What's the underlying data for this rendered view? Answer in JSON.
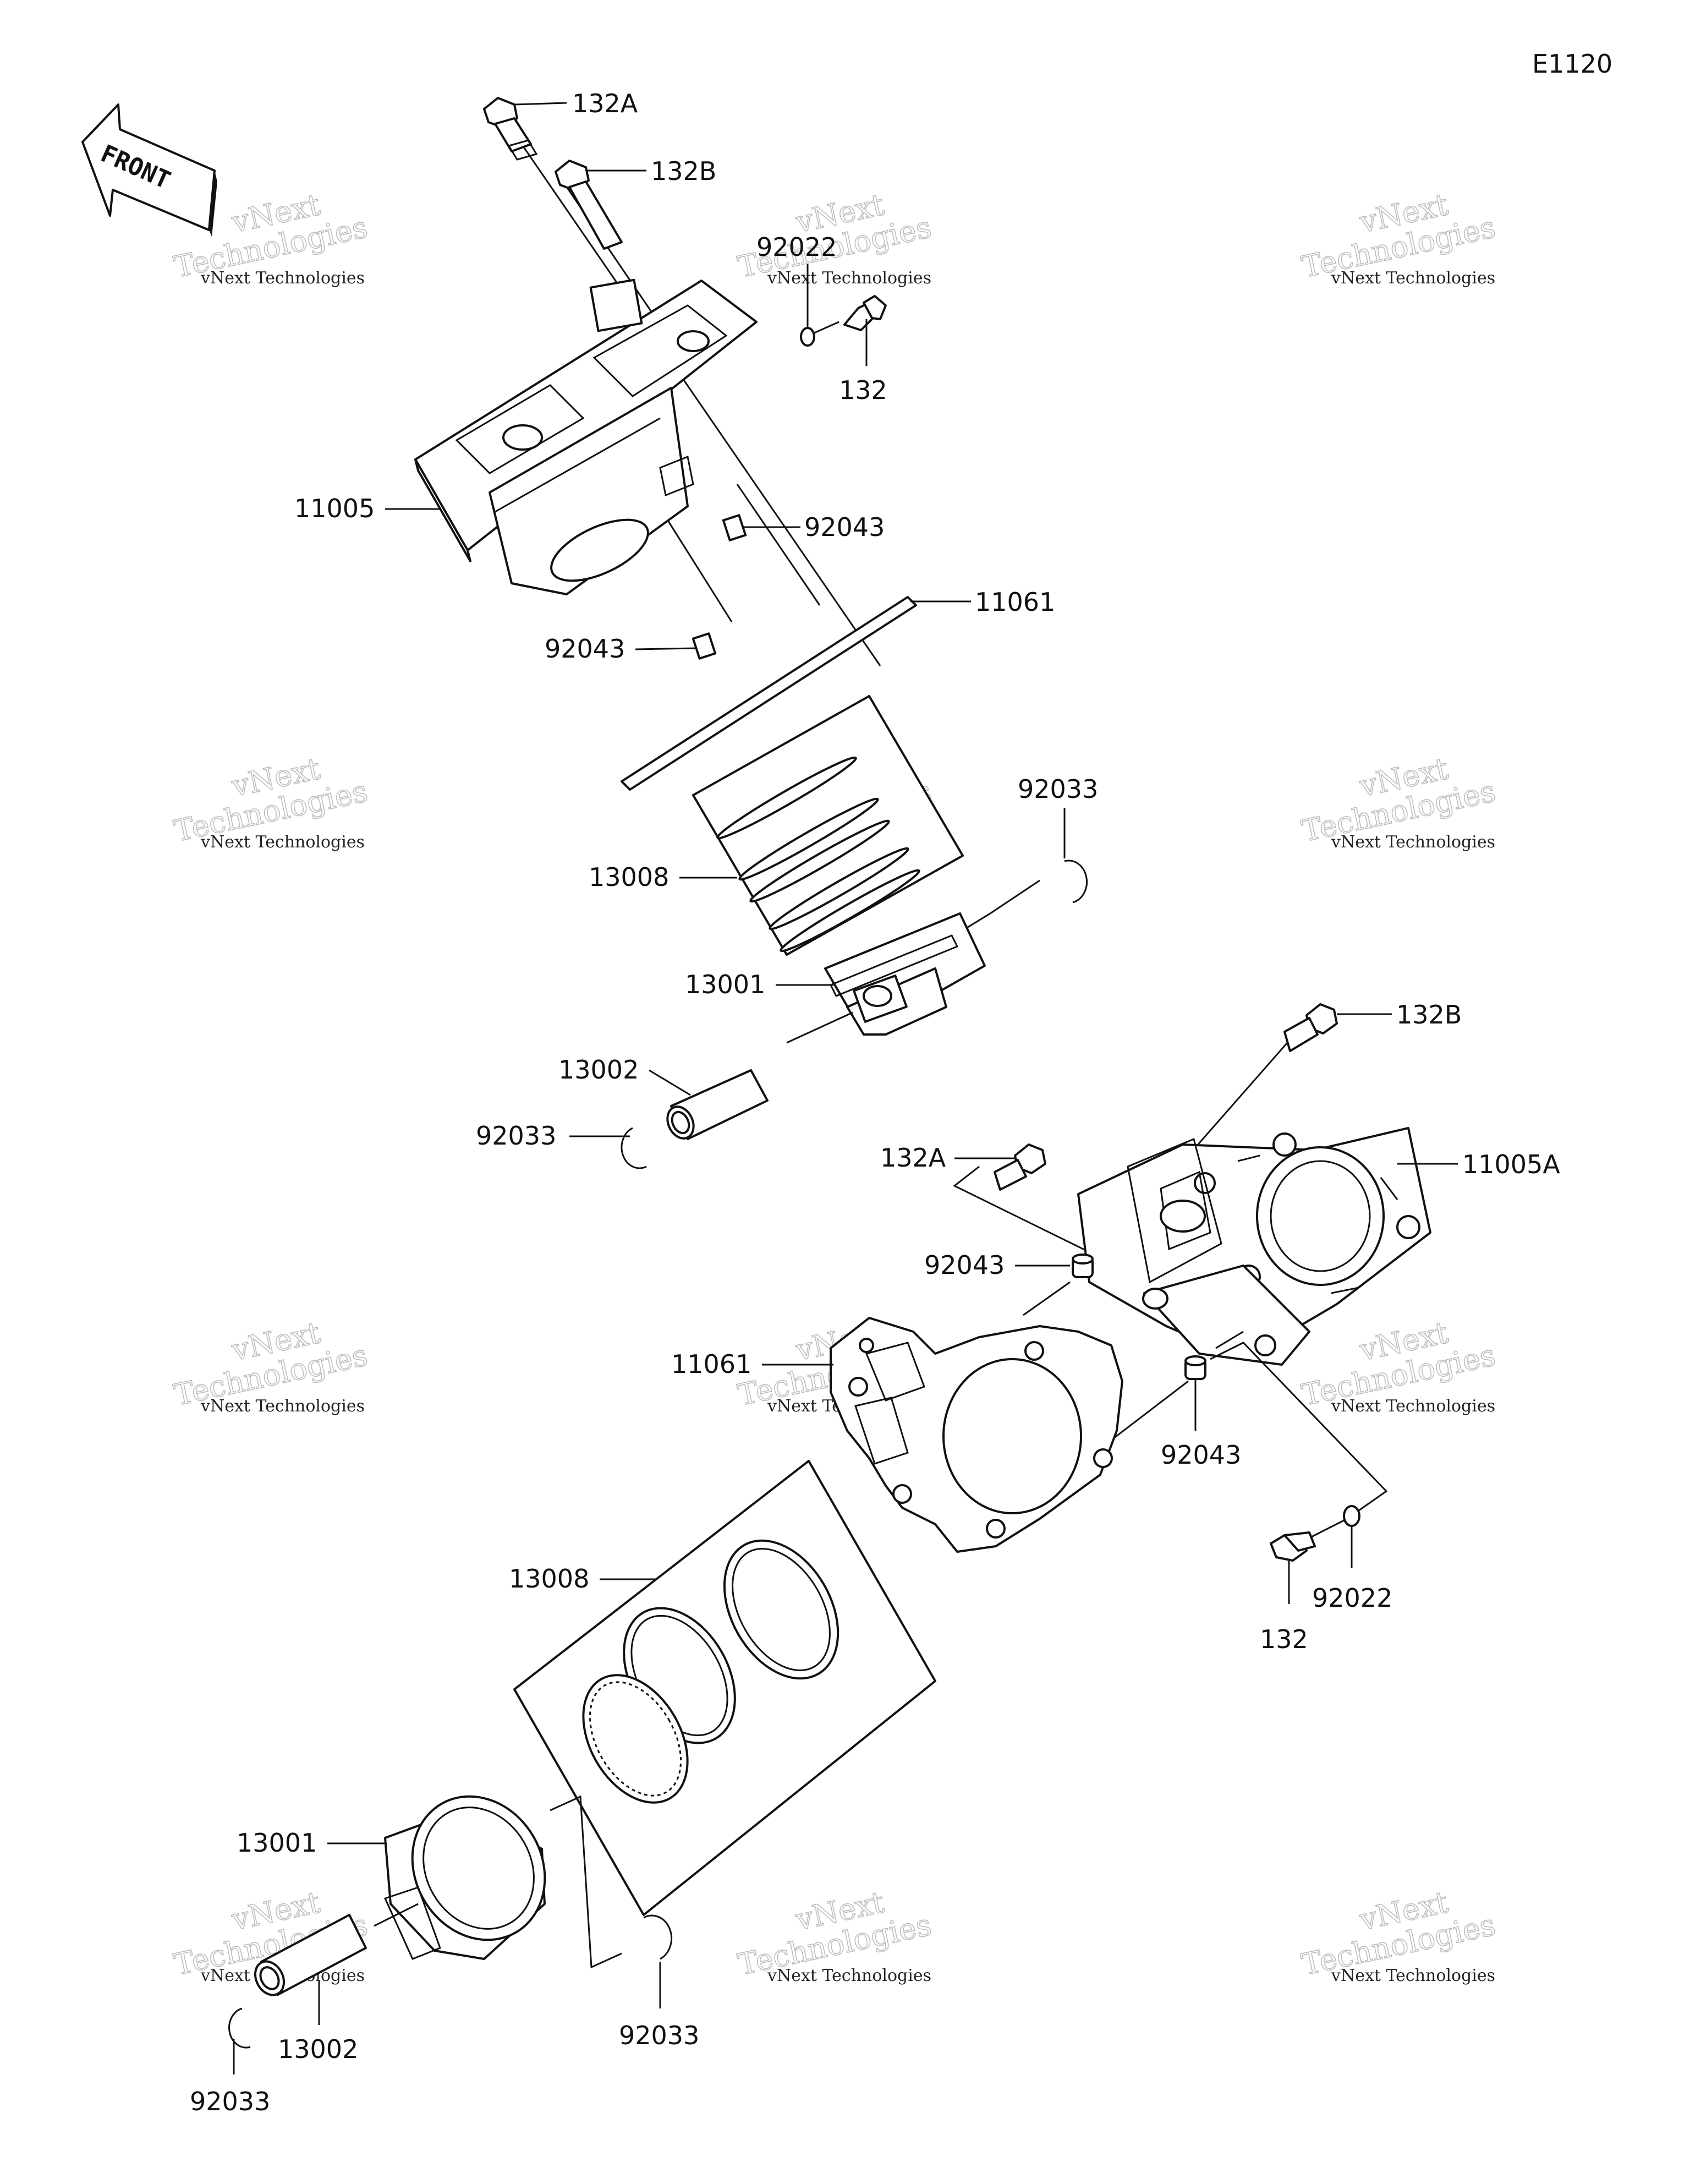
{
  "diagram_code": "E1120",
  "front_indicator": "FRONT",
  "watermark": {
    "company_line": "vNext Technologies",
    "outline_word": "Technologies",
    "top_word": "vNext"
  },
  "labels": {
    "top_132A": "132A",
    "top_132B": "132B",
    "top_92022": "92022",
    "top_132": "132",
    "top_11005": "11005",
    "top_92043_right": "92043",
    "top_11061": "11061",
    "top_92043_left": "92043",
    "top_92033_right": "92033",
    "top_13008": "13008",
    "top_13001": "13001",
    "top_13002": "13002",
    "top_92033_left": "92033",
    "bot_132B": "132B",
    "bot_132A": "132A",
    "bot_11005A": "11005A",
    "bot_92043_left": "92043",
    "bot_11061": "11061",
    "bot_92043_right": "92043",
    "bot_92022": "92022",
    "bot_132": "132",
    "bot_13008": "13008",
    "bot_13001": "13001",
    "bot_92033_mid": "92033",
    "bot_13002": "13002",
    "bot_92033_left": "92033"
  }
}
